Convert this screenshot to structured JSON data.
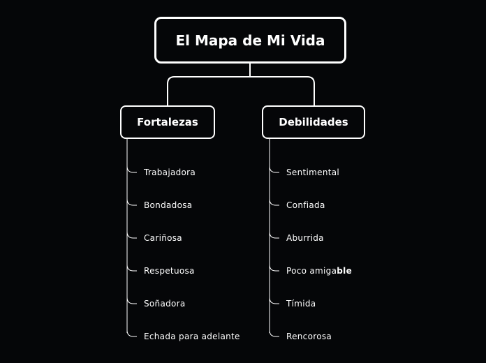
{
  "title": "El Mapa de Mi Vida",
  "branches": [
    {
      "label": "Fortalezas",
      "items": [
        "Trabajadora",
        "Bondadosa",
        "Cariñosa",
        "Respetuosa",
        "Soñadora",
        "Echada para adelante"
      ]
    },
    {
      "label": "Debilidades",
      "items": [
        "Sentimental",
        "Confiada",
        "Aburrida",
        "Poco amiga",
        "Tímida",
        "Rencorosa"
      ],
      "item4_bold_suffix": "ble"
    }
  ]
}
